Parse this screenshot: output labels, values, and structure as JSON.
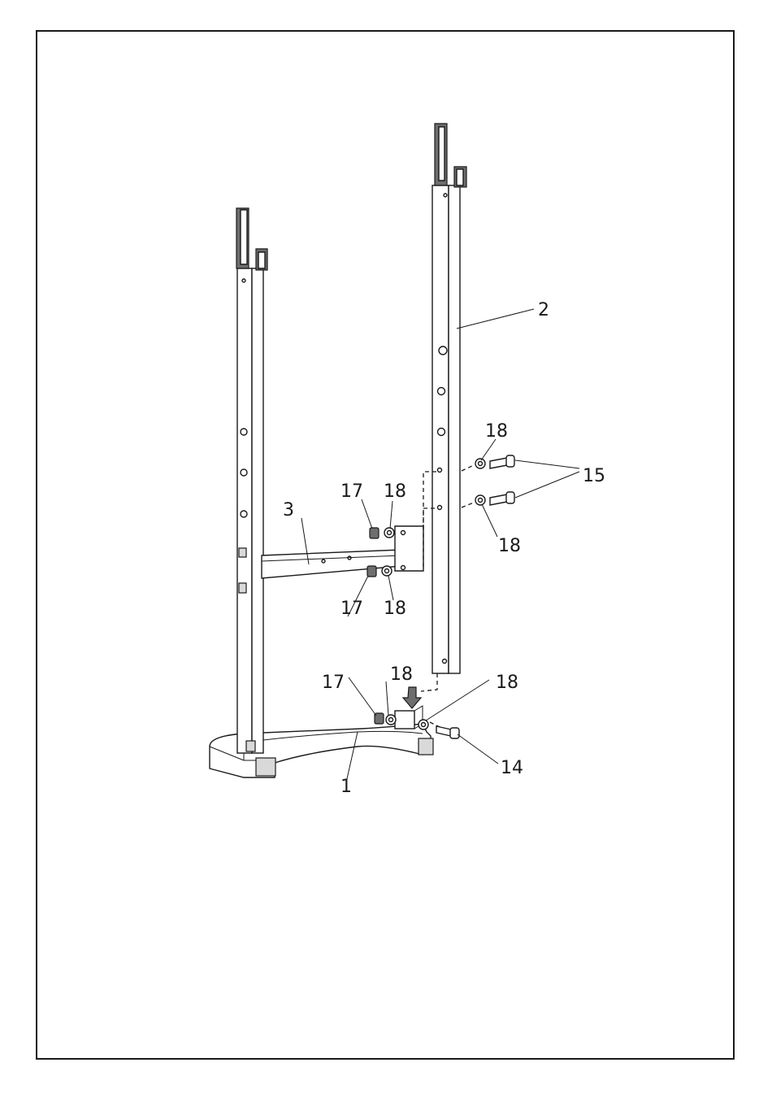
{
  "diagram": {
    "callouts": {
      "frame_base": "1",
      "upright_right": "2",
      "crossbar": "3",
      "bolt_bottom": "14",
      "bolts_top": "15",
      "nut_upper": "17",
      "nut_lower": "17",
      "nut_base": "17",
      "washer_upper_left": "18",
      "washer_lower_left": "18",
      "washer_base_left": "18",
      "washer_base_right": "18",
      "washer_top_right": "18",
      "washer_mid_right": "18"
    }
  }
}
